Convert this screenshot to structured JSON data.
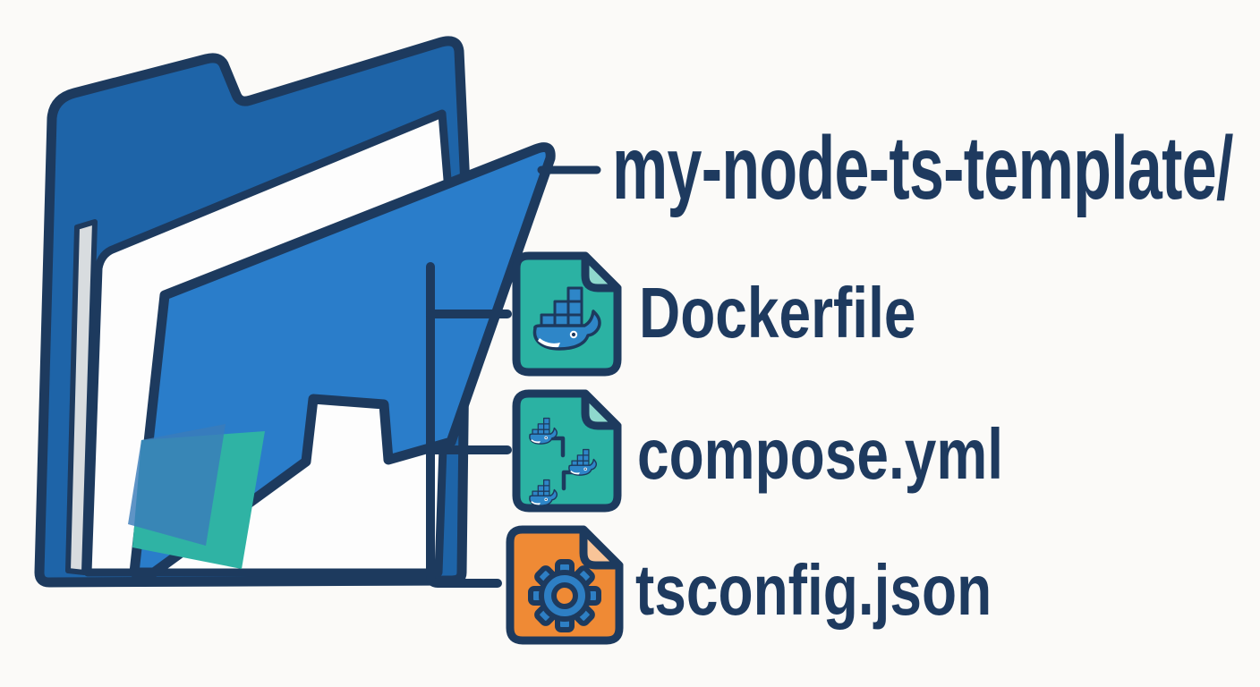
{
  "colors": {
    "background": "#fbfaf8",
    "outline-navy": "#1d3a5e",
    "text-navy": "#1e3a5f",
    "folder-back-blue": "#1e64a8",
    "folder-front-blue": "#2a7dca",
    "paper-white": "#fdfdfd",
    "spine-gray": "#d8dcdf",
    "teal-sheet": "#2fb3a4",
    "sheet-shade-blue": "#3b7cba",
    "teal-file": "#2bb2a3",
    "teal-file-fold": "#8fd9cd",
    "orange-file": "#ef8a35",
    "orange-file-fold": "#f8c498",
    "docker-blue": "#2e86c8",
    "gear-blue": "#2e7fc4"
  },
  "diagram": {
    "root_folder_label": "my-node-ts-template/",
    "files": [
      {
        "name": "Dockerfile",
        "icon": "docker-whale-file-icon"
      },
      {
        "name": "compose.yml",
        "icon": "docker-compose-whales-file-icon"
      },
      {
        "name": "tsconfig.json",
        "icon": "gear-file-icon"
      }
    ]
  }
}
